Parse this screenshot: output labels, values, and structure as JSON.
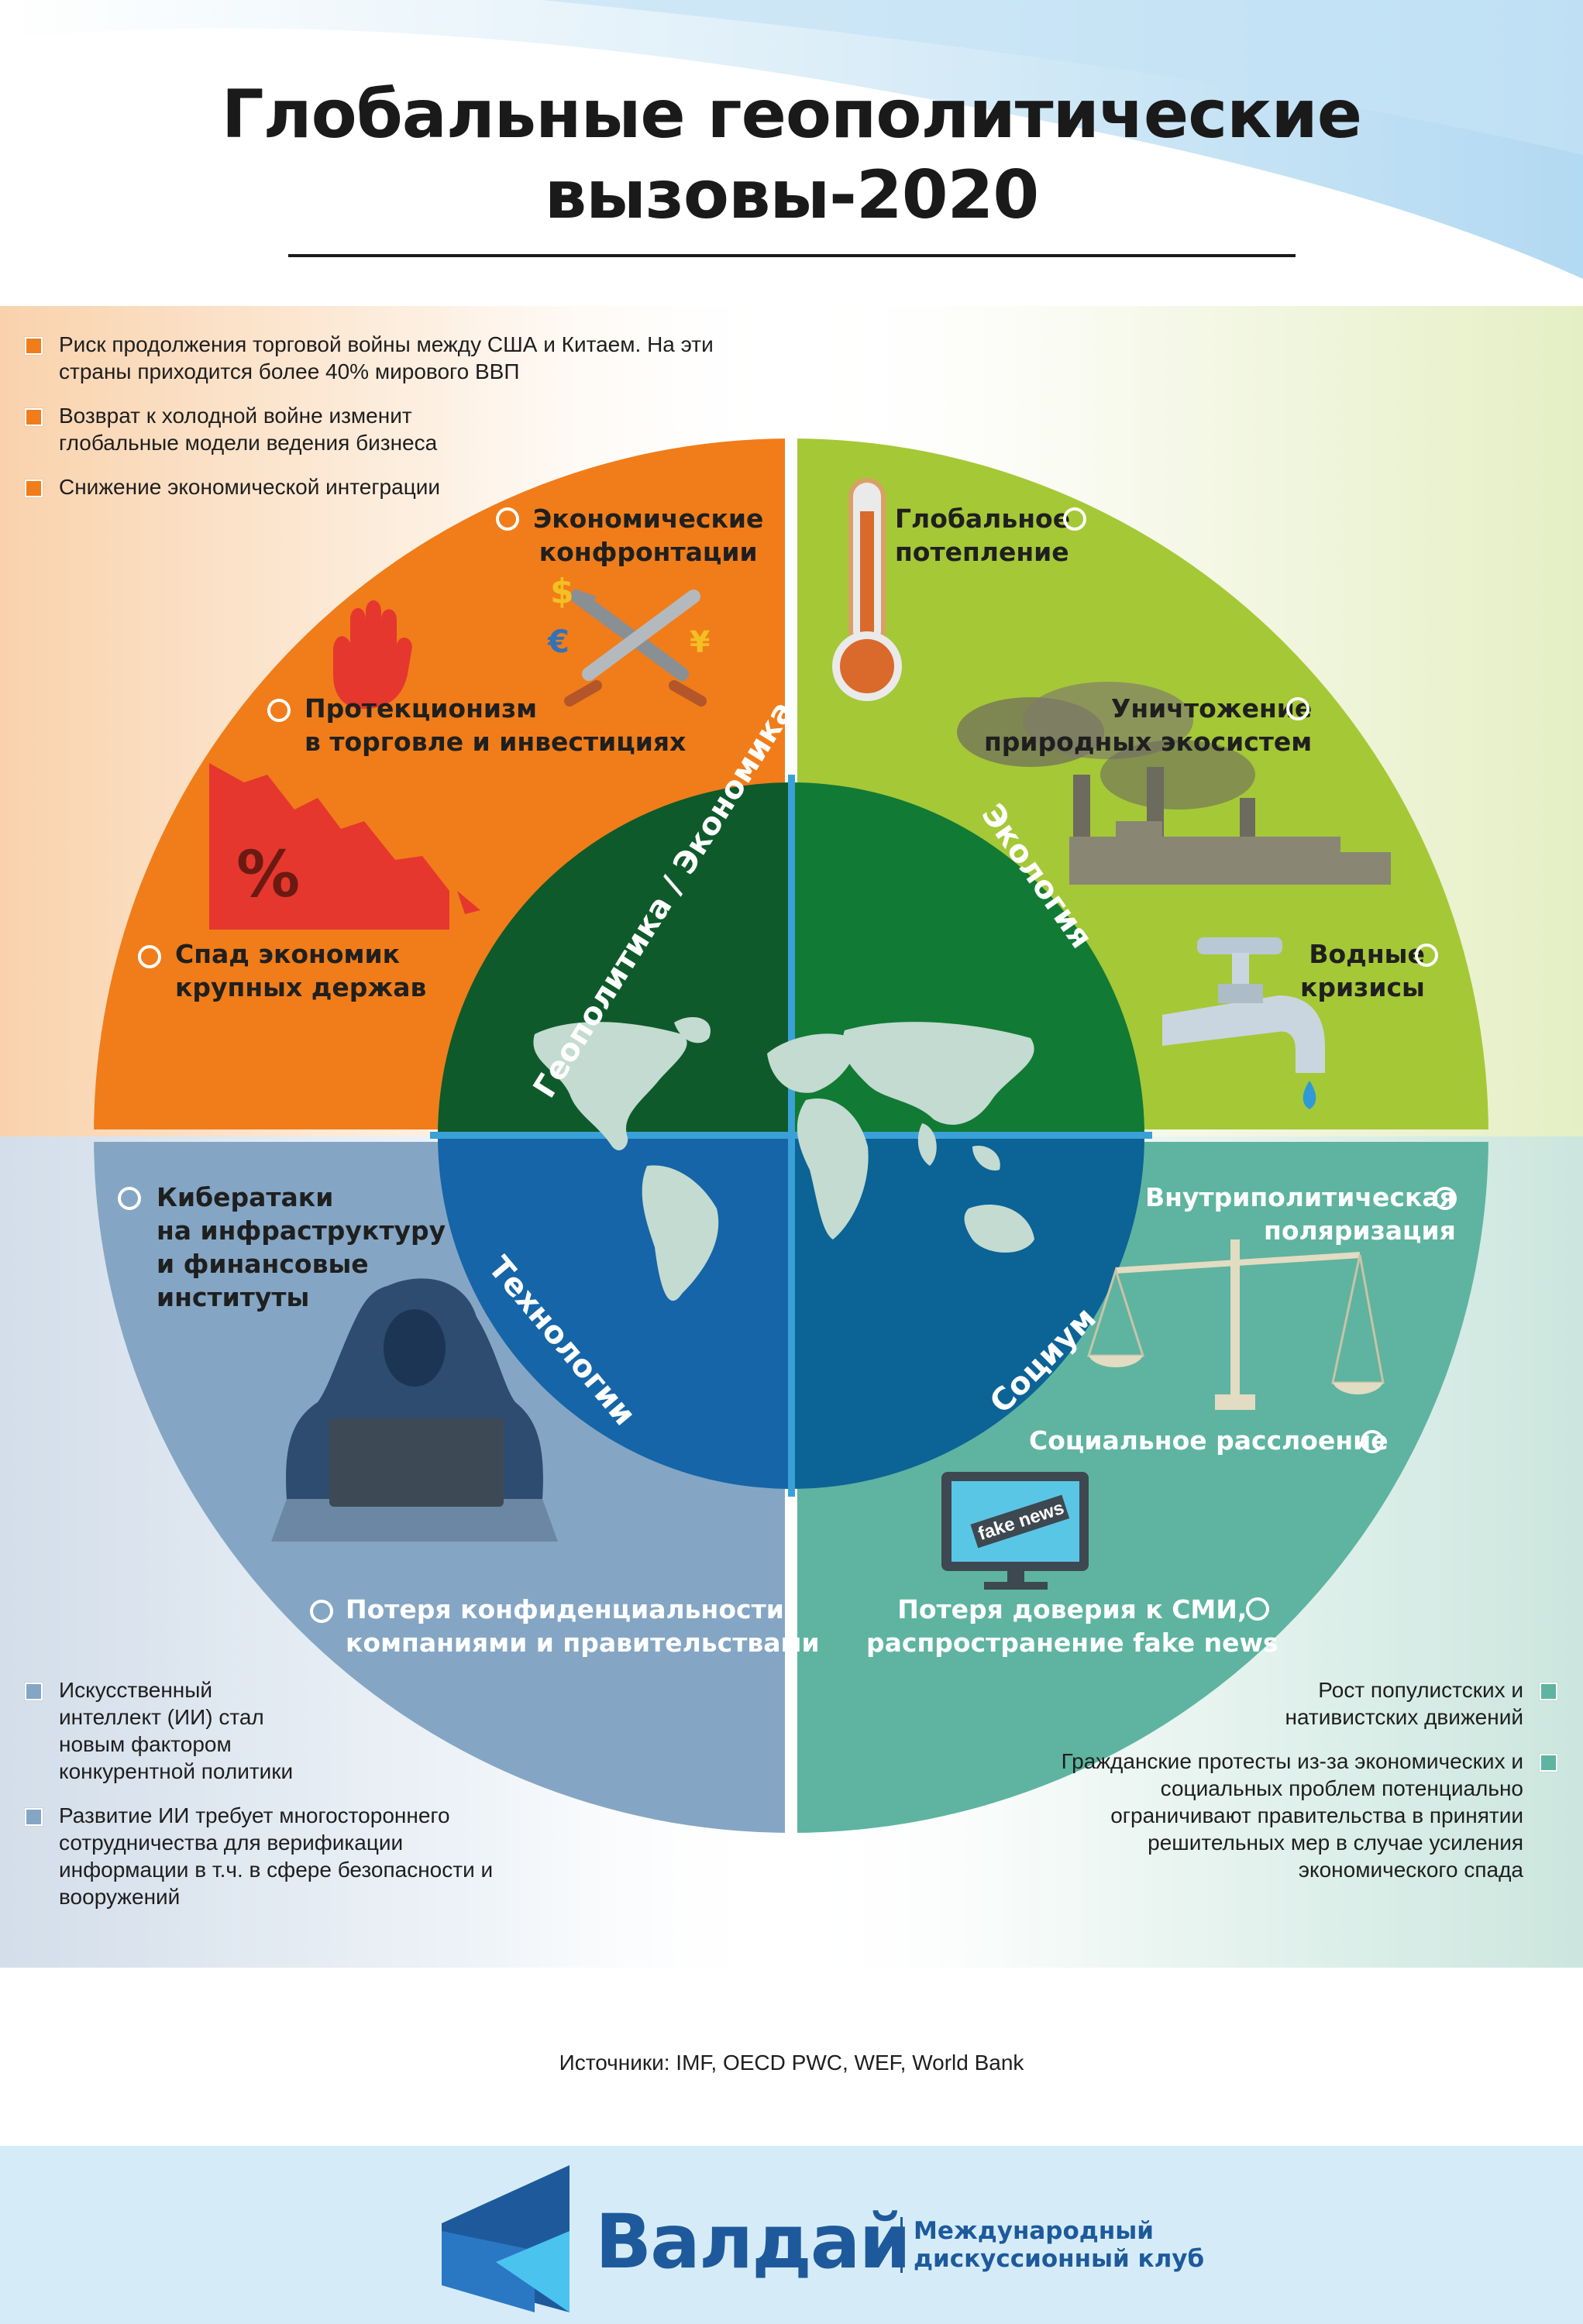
{
  "title": {
    "line1": "Глобальные геополитические",
    "line2": "вызовы-2020"
  },
  "sectors": {
    "geo_econ": {
      "label": "Геополитика / Экономика",
      "color": "#f07d1a"
    },
    "ecology": {
      "label": "Экология",
      "color": "#a5c837"
    },
    "technology": {
      "label": "Технологии",
      "color": "#84a6c4"
    },
    "society": {
      "label": "Социум",
      "color": "#5eb4a0"
    }
  },
  "orange_notes": [
    "Риск продолжения торговой войны между США и Китаем. На эти страны приходится более 40% мирового ВВП",
    "Возврат к холодной войне изменит глобальные модели ведения бизнеса",
    "Снижение экономической интеграции"
  ],
  "tech_notes": [
    "Искусственный интеллект (ИИ) стал новым фактором конкурентной политики",
    "Развитие ИИ требует многостороннего сотрудничества для верификации информации в т.ч. в сфере безопасности и вооружений"
  ],
  "society_notes": [
    "Рост популистских и нативистских движений",
    "Гражданские протесты из-за экономических и социальных проблем потенциально ограничивают правительства в принятии решительных мер в случае усиления экономического спада"
  ],
  "challenges": {
    "econ_confrontation": {
      "line1": "Экономические",
      "line2": "конфронтации"
    },
    "protectionism": {
      "line1": "Протекционизм",
      "line2": "в торговле и инвестициях"
    },
    "recession": {
      "line1": "Спад экономик",
      "line2": "крупных держав"
    },
    "warming": {
      "line1": "Глобальное",
      "line2": "потепление"
    },
    "ecosystems": {
      "line1": "Уничтожение",
      "line2": "природных экосистем"
    },
    "water": {
      "line1": "Водные",
      "line2": "кризисы"
    },
    "cyber": {
      "line1": "Кибератаки",
      "line2": "на инфраструктуру",
      "line3": "и финансовые",
      "line4": "институты"
    },
    "privacy": {
      "line1": "Потеря конфиденциальности",
      "line2": "компаниями и правительствами"
    },
    "polarization": {
      "line1": "Внутриполитическая",
      "line2": "поляризация"
    },
    "stratification": {
      "line1": "Социальное расслоение"
    },
    "media_trust": {
      "line1": "Потеря доверия к СМИ,",
      "line2": "распространение fake news"
    }
  },
  "icons": {
    "percent": "%",
    "dollar": "$",
    "euro": "€",
    "yen": "¥",
    "fake_news": "fake news"
  },
  "sources": "Источники: IMF, OECD PWC, WEF, World Bank",
  "footer": {
    "brand": "Валдай",
    "tag_line1": "Международный",
    "tag_line2": "дискуссионный клуб"
  }
}
